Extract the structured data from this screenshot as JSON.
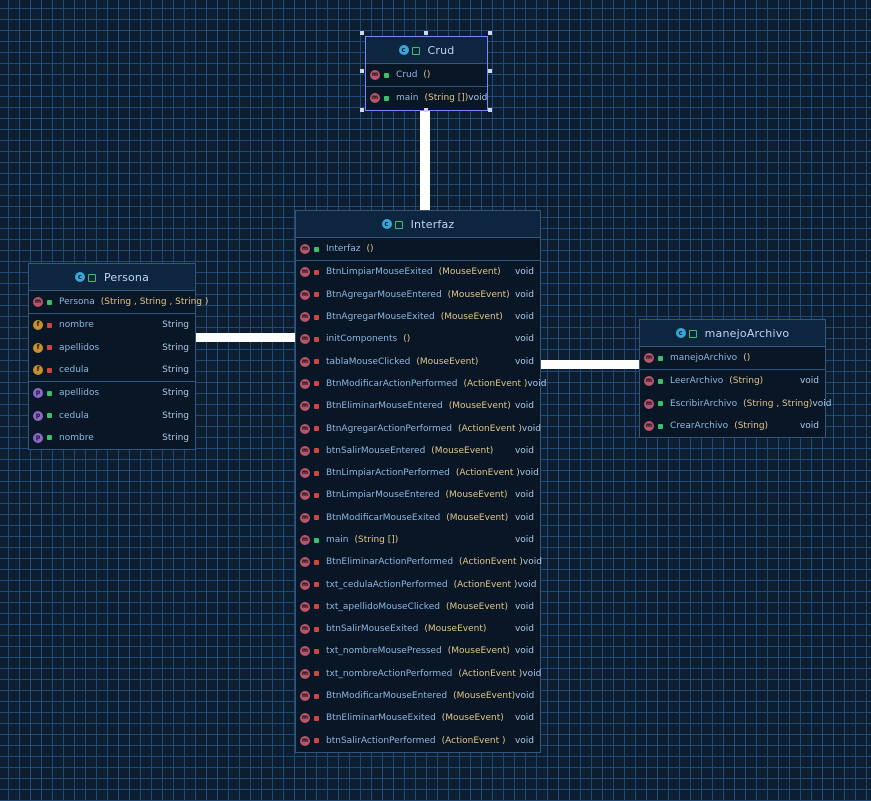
{
  "classes": {
    "crud": {
      "name": "Crud",
      "members": [
        {
          "kind": "m",
          "vis": "pub",
          "name": "Crud",
          "params": "()",
          "type": ""
        },
        {
          "kind": "m",
          "vis": "pub",
          "name": "main",
          "params": "(String [])",
          "type": "void"
        }
      ]
    },
    "interfaz": {
      "name": "Interfaz",
      "members": [
        {
          "kind": "m",
          "vis": "pub",
          "name": "Interfaz",
          "params": "()",
          "type": ""
        },
        {
          "kind": "m",
          "vis": "priv",
          "name": "BtnLimpiarMouseExited",
          "params": "(MouseEvent)",
          "type": "void"
        },
        {
          "kind": "m",
          "vis": "priv",
          "name": "BtnAgregarMouseEntered",
          "params": "(MouseEvent)",
          "type": "void"
        },
        {
          "kind": "m",
          "vis": "priv",
          "name": "BtnAgregarMouseExited",
          "params": "(MouseEvent)",
          "type": "void"
        },
        {
          "kind": "m",
          "vis": "priv",
          "name": "initComponents",
          "params": "()",
          "type": "void"
        },
        {
          "kind": "m",
          "vis": "priv",
          "name": "tablaMouseClicked",
          "params": "(MouseEvent)",
          "type": "void"
        },
        {
          "kind": "m",
          "vis": "priv",
          "name": "BtnModificarActionPerformed",
          "params": "(ActionEvent )",
          "type": "void"
        },
        {
          "kind": "m",
          "vis": "priv",
          "name": "BtnEliminarMouseEntered",
          "params": "(MouseEvent)",
          "type": "void"
        },
        {
          "kind": "m",
          "vis": "priv",
          "name": "BtnAgregarActionPerformed",
          "params": "(ActionEvent )",
          "type": "void"
        },
        {
          "kind": "m",
          "vis": "priv",
          "name": "btnSalirMouseEntered",
          "params": "(MouseEvent)",
          "type": "void"
        },
        {
          "kind": "m",
          "vis": "priv",
          "name": "BtnLimpiarActionPerformed",
          "params": "(ActionEvent )",
          "type": "void"
        },
        {
          "kind": "m",
          "vis": "priv",
          "name": "BtnLimpiarMouseEntered",
          "params": "(MouseEvent)",
          "type": "void"
        },
        {
          "kind": "m",
          "vis": "priv",
          "name": "BtnModificarMouseExited",
          "params": "(MouseEvent)",
          "type": "void"
        },
        {
          "kind": "m",
          "vis": "pub",
          "name": "main",
          "params": "(String [])",
          "type": "void"
        },
        {
          "kind": "m",
          "vis": "priv",
          "name": "BtnEliminarActionPerformed",
          "params": "(ActionEvent )",
          "type": "void"
        },
        {
          "kind": "m",
          "vis": "priv",
          "name": "txt_cedulaActionPerformed",
          "params": "(ActionEvent )",
          "type": "void"
        },
        {
          "kind": "m",
          "vis": "priv",
          "name": "txt_apellidoMouseClicked",
          "params": "(MouseEvent)",
          "type": "void"
        },
        {
          "kind": "m",
          "vis": "priv",
          "name": "btnSalirMouseExited",
          "params": "(MouseEvent)",
          "type": "void"
        },
        {
          "kind": "m",
          "vis": "priv",
          "name": "txt_nombreMousePressed",
          "params": "(MouseEvent)",
          "type": "void"
        },
        {
          "kind": "m",
          "vis": "priv",
          "name": "txt_nombreActionPerformed",
          "params": "(ActionEvent )",
          "type": "void"
        },
        {
          "kind": "m",
          "vis": "priv",
          "name": "BtnModificarMouseEntered",
          "params": "(MouseEvent)",
          "type": "void"
        },
        {
          "kind": "m",
          "vis": "priv",
          "name": "BtnEliminarMouseExited",
          "params": "(MouseEvent)",
          "type": "void"
        },
        {
          "kind": "m",
          "vis": "priv",
          "name": "btnSalirActionPerformed",
          "params": "(ActionEvent )",
          "type": "void"
        }
      ]
    },
    "persona": {
      "name": "Persona",
      "members": [
        {
          "kind": "m",
          "vis": "pub",
          "name": "Persona",
          "params": "(String , String , String )",
          "type": ""
        },
        {
          "kind": "f",
          "vis": "priv",
          "name": "nombre",
          "params": "",
          "type": "String"
        },
        {
          "kind": "f",
          "vis": "priv",
          "name": "apellidos",
          "params": "",
          "type": "String"
        },
        {
          "kind": "f",
          "vis": "priv",
          "name": "cedula",
          "params": "",
          "type": "String"
        },
        {
          "kind": "p",
          "vis": "pub",
          "name": "apellidos",
          "params": "",
          "type": "String"
        },
        {
          "kind": "p",
          "vis": "pub",
          "name": "cedula",
          "params": "",
          "type": "String"
        },
        {
          "kind": "p",
          "vis": "pub",
          "name": "nombre",
          "params": "",
          "type": "String"
        }
      ]
    },
    "manejo": {
      "name": "manejoArchivo",
      "members": [
        {
          "kind": "m",
          "vis": "pub",
          "name": "manejoArchivo",
          "params": "()",
          "type": ""
        },
        {
          "kind": "m",
          "vis": "pub",
          "name": "LeerArchivo",
          "params": "(String)",
          "type": "void"
        },
        {
          "kind": "m",
          "vis": "pub",
          "name": "EscribirArchivo",
          "params": "(String , String)",
          "type": "void"
        },
        {
          "kind": "m",
          "vis": "pub",
          "name": "CrearArchivo",
          "params": "(String)",
          "type": "void"
        }
      ]
    }
  },
  "icons": {
    "class": "class-icon",
    "method": "method-icon",
    "field": "field-icon",
    "property": "property-icon"
  },
  "colors": {
    "background": "#0c1e30",
    "grid": "#1f4a78",
    "connector": "#ffffff",
    "selected_border": "#7a86ff"
  }
}
